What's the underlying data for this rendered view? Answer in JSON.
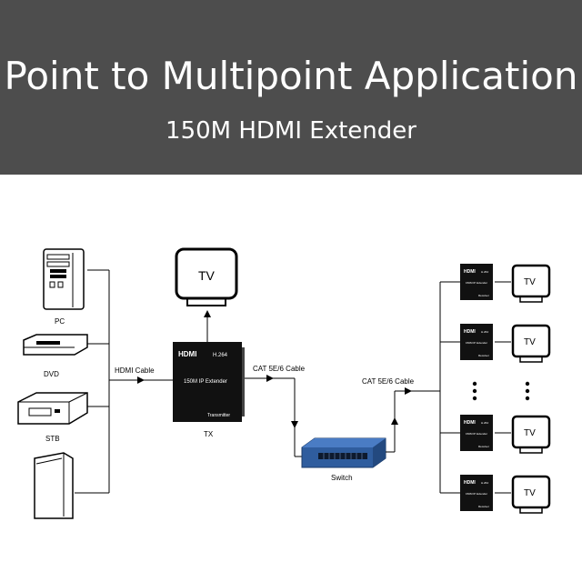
{
  "header": {
    "title": "Point to Multipoint Application",
    "subtitle": "150M HDMI Extender"
  },
  "sources": [
    {
      "label": "PC",
      "icon": "pc-tower-icon"
    },
    {
      "label": "DVD",
      "icon": "dvd-player-icon"
    },
    {
      "label": "STB",
      "icon": "set-top-box-icon"
    },
    {
      "label": "",
      "icon": "game-console-icon"
    }
  ],
  "transmitter": {
    "logo": "HDMI",
    "model": "H.264",
    "product": "150M IP Extender",
    "role": "Transmitter",
    "caption": "TX"
  },
  "links": {
    "hdmi_cable": "HDMI Cable",
    "cat_tx": "CAT 5E/6 Cable",
    "cat_rx": "CAT 5E/6 Cable"
  },
  "local_tv": "TV",
  "switch": {
    "label": "Switch"
  },
  "receivers": [
    {
      "logo": "HDMI",
      "model": "H.264",
      "product": "150M IP Extender",
      "role": "Receiver",
      "tv": "TV"
    },
    {
      "logo": "HDMI",
      "model": "H.264",
      "product": "150M IP Extender",
      "role": "Receiver",
      "tv": "TV"
    },
    {
      "logo": "HDMI",
      "model": "H.264",
      "product": "150M IP Extender",
      "role": "Receiver",
      "tv": "TV"
    },
    {
      "logo": "HDMI",
      "model": "H.264",
      "product": "150M IP Extender",
      "role": "Receiver",
      "tv": "TV"
    }
  ],
  "colors": {
    "header_bg": "#4d4d4d",
    "switch_blue": "#2f5d9e",
    "device_black": "#111111"
  }
}
